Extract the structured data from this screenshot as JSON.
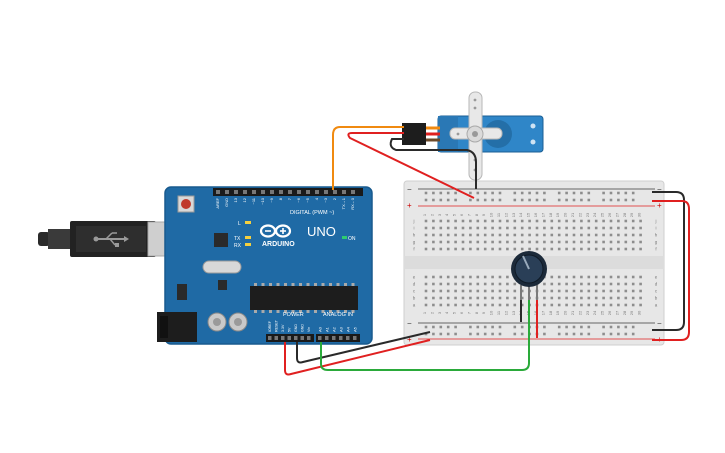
{
  "arduino": {
    "brand_uno": "UNO",
    "brand_arduino": "ARDUINO",
    "brand_on": "ON",
    "label_digital": "DIGITAL (PWM ~)",
    "label_power": "POWER",
    "label_analog": "ANALOG IN",
    "label_l": "L",
    "label_tx": "TX",
    "label_rx": "RX",
    "top_pins": [
      "AREF",
      "GND",
      "13",
      "12",
      "~11",
      "~10",
      "~9",
      "8",
      "7",
      "~6",
      "~5",
      "4",
      "~3",
      "2",
      "TX→1",
      "RX←0"
    ],
    "power_pins": [
      "IOREF",
      "RESET",
      "3.3V",
      "5V",
      "GND",
      "GND",
      "Vin"
    ],
    "analog_pins": [
      "A0",
      "A1",
      "A2",
      "A3",
      "A4",
      "A5"
    ]
  },
  "breadboard": {
    "row_labels_top": [
      "j",
      "i",
      "h",
      "g",
      "f"
    ],
    "row_labels_bottom": [
      "e",
      "d",
      "c",
      "b",
      "a"
    ],
    "columns": [
      "1",
      "2",
      "3",
      "4",
      "5",
      "6",
      "7",
      "8",
      "9",
      "10",
      "11",
      "12",
      "13",
      "14",
      "15",
      "16",
      "17",
      "18",
      "19",
      "20",
      "21",
      "22",
      "23",
      "24",
      "25",
      "26",
      "27",
      "28",
      "29",
      "30"
    ],
    "rail_minus": "−",
    "rail_plus": "+"
  },
  "colors": {
    "board": "#1f6aa5",
    "wire_red": "#e02020",
    "wire_black": "#2a2a2a",
    "wire_orange": "#f08a10",
    "wire_green": "#2aaa3a",
    "servo": "#2f86c8"
  }
}
